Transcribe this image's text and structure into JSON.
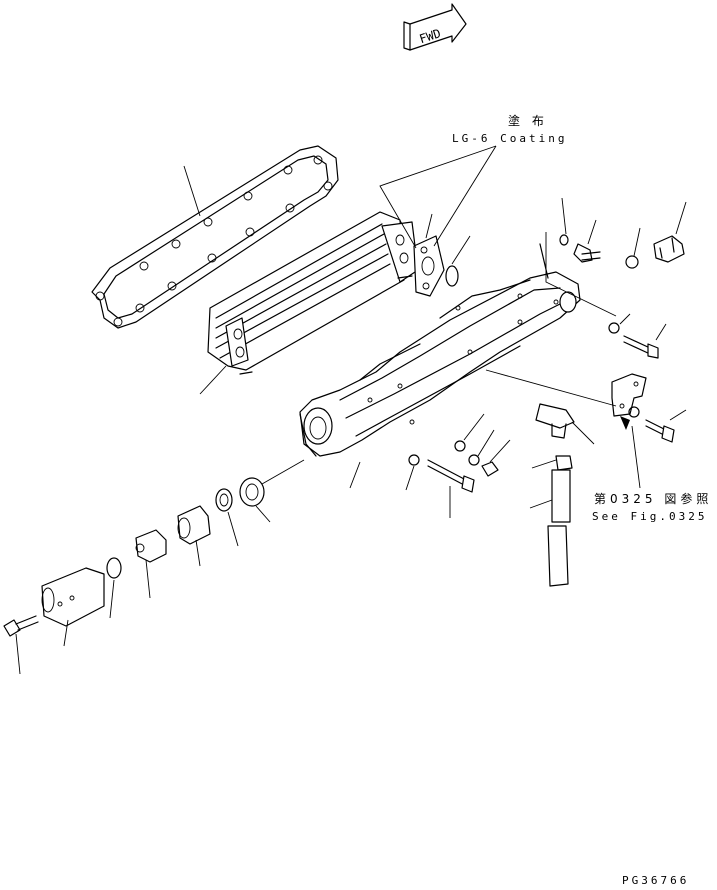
{
  "fwd_label": "FWD",
  "coating_jp": "塗 布",
  "coating_en": "LG-6 Coating",
  "ref_jp": "第0325 図参照",
  "ref_en": "See Fig.0325",
  "drawing_number": "PG36766"
}
